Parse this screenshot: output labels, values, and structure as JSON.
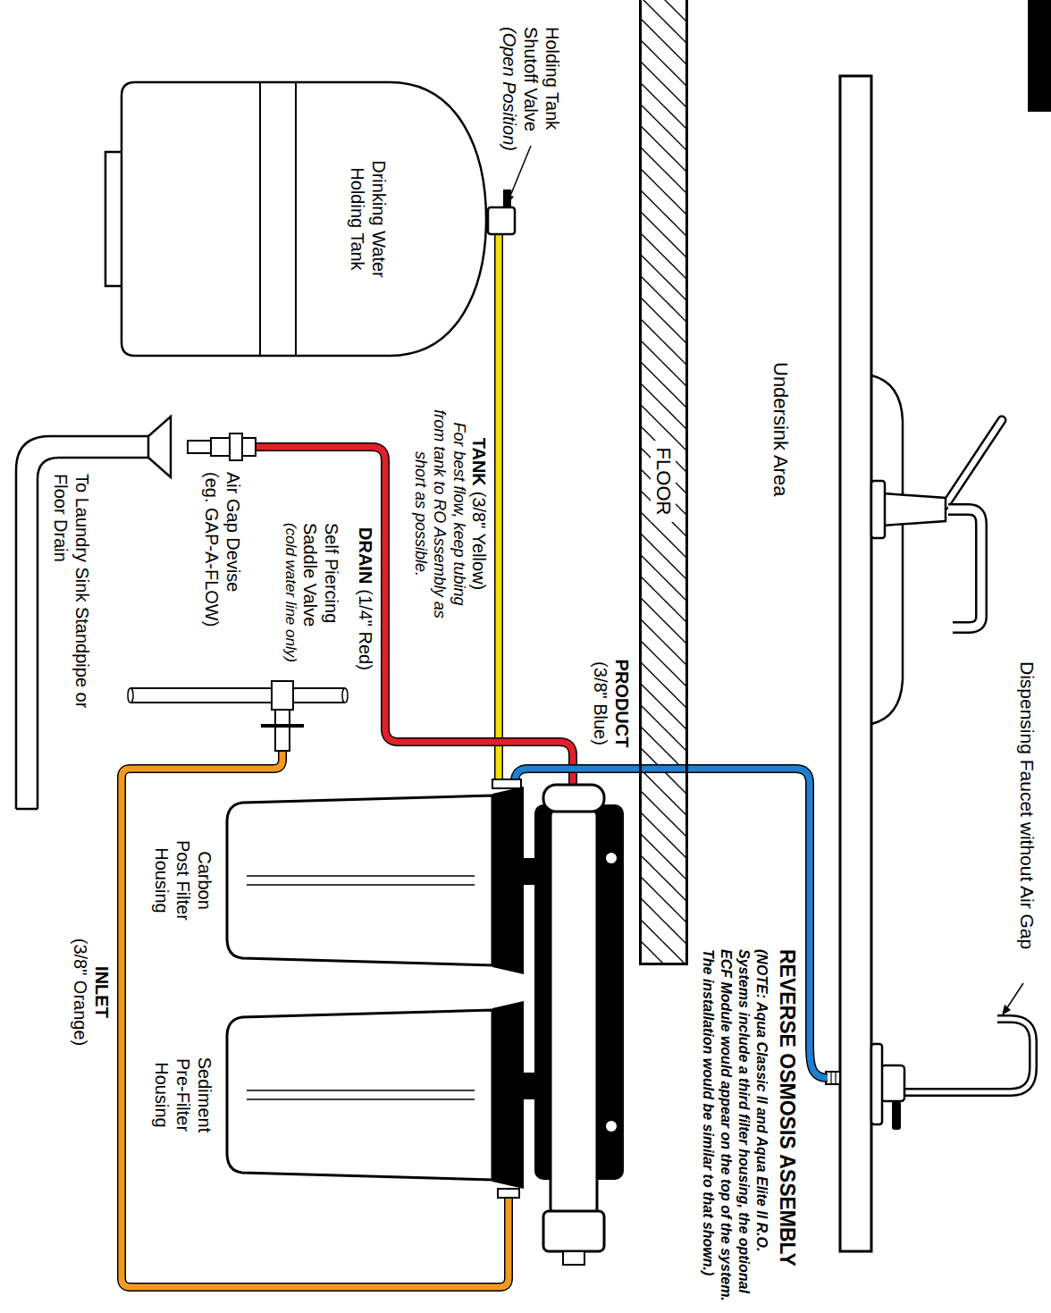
{
  "diagram": {
    "title": "REVERSE OSMOSIS ASSEMBLY",
    "nodes": [
      {
        "text": [
          "Drinking Water Holding Tank"
        ]
      },
      {
        "text": [
          "FLOOR"
        ]
      }
    ],
    "labels": [
      "Dispensing Faucet without Air Gap",
      "Undersink Area",
      "(NOTE: Aqua Classic II and Aqua Elite II R.O. Systems include a third filter housing, the optional ECF Module would appear on the top of the system. The installation would be similar to that shown.)",
      "Holding Tank Shutoff Valve",
      "(Open Position)",
      "TANK",
      "(3/8\" Yellow)",
      "For best flow, keep tubing from tank to RO Assembly as short as possible.",
      "PRODUCT",
      "(3/8\" Blue)",
      "DRAIN",
      "(1/4\" Red)",
      "INLET",
      "(3/8\" Orange)",
      "Air Gap Devise",
      "(eg. GAP-A-FLOW)",
      "Self Piercing Saddle Valve",
      "(cold water line only)",
      "To Laundry Sink Standpipe or Floor Drain",
      "Carbon Post Filter Housing",
      "Sediment Pre-Filter Housing"
    ]
  }
}
